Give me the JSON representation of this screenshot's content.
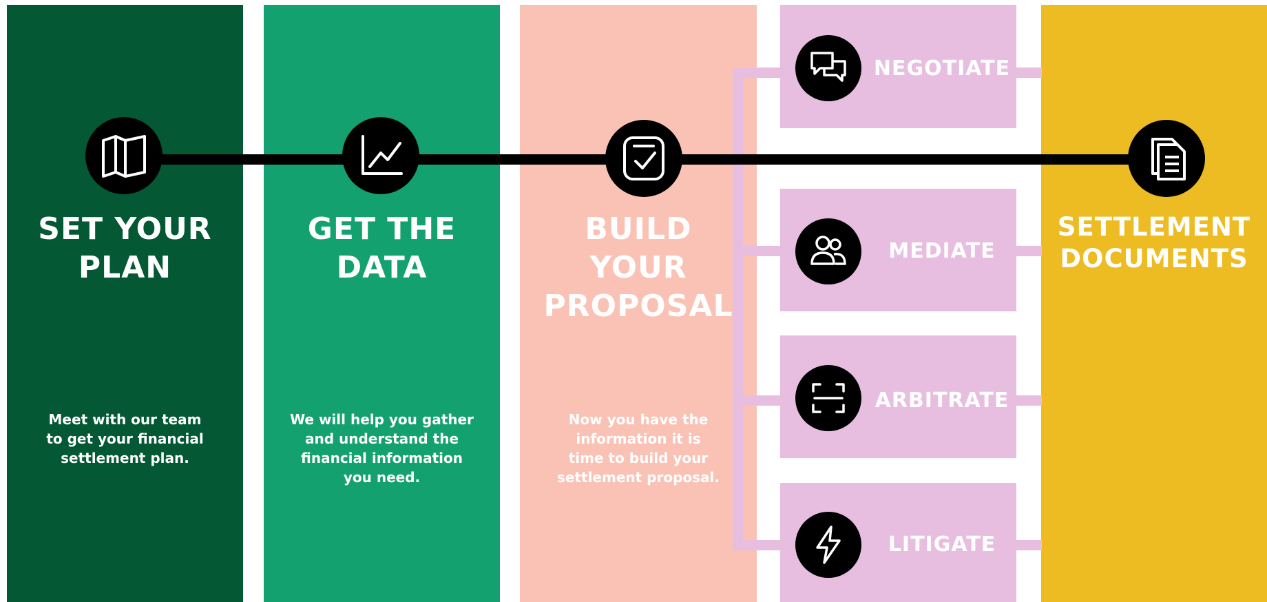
{
  "stages": [
    {
      "title": "SET YOUR\nPLAN",
      "description": "Meet with our team\nto get your financial\nsettlement plan.",
      "icon": "map-icon"
    },
    {
      "title": "GET THE\nDATA",
      "description": "We will help you gather\nand understand the\nfinancial information\nyou need.",
      "icon": "line-chart-icon"
    },
    {
      "title": "BUILD\nYOUR\nPROPOSAL",
      "description": "Now you have the\ninformation it is\ntime to build your\nsettlement proposal.",
      "icon": "checklist-icon"
    },
    {
      "title": "SETTLEMENT\nDOCUMENTS",
      "icon": "documents-icon"
    }
  ],
  "options": [
    {
      "label": "NEGOTIATE",
      "icon": "chat-bubbles-icon"
    },
    {
      "label": "MEDIATE",
      "icon": "people-icon"
    },
    {
      "label": "ARBITRATE",
      "icon": "focus-frame-icon"
    },
    {
      "label": "LITIGATE",
      "icon": "lightning-icon"
    }
  ],
  "colors": {
    "plan": "#045834",
    "data": "#14a170",
    "proposal": "#f9c2b5",
    "options": "#e8bee0",
    "settlement": "#edbb22",
    "timeline": "#000000",
    "text": "#ffffff"
  }
}
